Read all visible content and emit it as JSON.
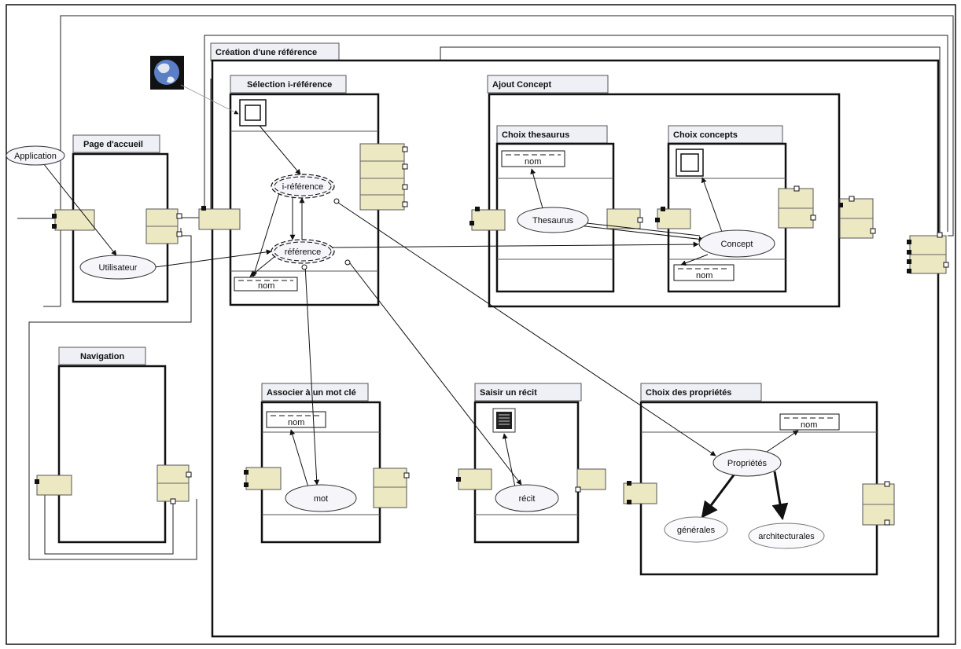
{
  "frames": {
    "creation": "Création d'une référence",
    "selection": "Sélection i-référence",
    "ajout_concept": "Ajout Concept",
    "choix_thesaurus": "Choix thesaurus",
    "choix_concepts": "Choix concepts",
    "page_accueil": "Page d'accueil",
    "navigation": "Navigation",
    "associer": "Associer à un mot clé",
    "saisir": "Saisir un récit",
    "choix_proprietes": "Choix des propriétés"
  },
  "nodes": {
    "application": "Application",
    "utilisateur": "Utilisateur",
    "i_reference": "i-référence",
    "reference": "référence",
    "thesaurus": "Thesaurus",
    "concept": "Concept",
    "mot": "mot",
    "recit": "récit",
    "proprietes": "Propriétés",
    "generales": "générales",
    "architecturales": "architecturales"
  },
  "attributes": {
    "nom_selection": "nom",
    "nom_thesaurus": "nom",
    "nom_concepts": "nom",
    "nom_associer": "nom",
    "nom_proprietes": "nom"
  },
  "icons": [
    "globe-icon",
    "window-icon",
    "text-document-icon"
  ]
}
